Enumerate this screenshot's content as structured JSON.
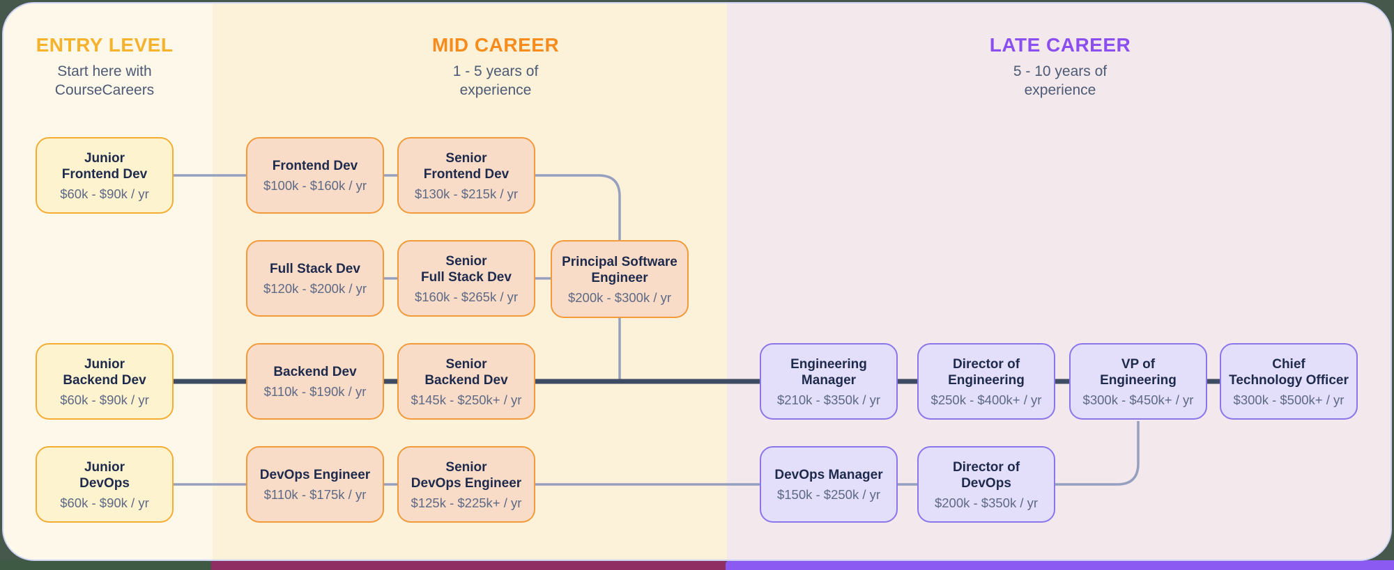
{
  "sections": {
    "entry": {
      "label": "ENTRY LEVEL",
      "sublabel": "Start here with\nCourseCareers",
      "accent": "#F5B32D"
    },
    "mid": {
      "label": "MID CAREER",
      "sublabel": "1 - 5 years of\nexperience",
      "accent": "#F78C1E"
    },
    "late": {
      "label": "LATE CAREER",
      "sublabel": "5 - 10 years of\nexperience",
      "accent": "#8B4FF0"
    }
  },
  "roles": {
    "junior_frontend": {
      "title": "Junior\nFrontend Dev",
      "salary": "$60k - $90k / yr",
      "stage": "entry"
    },
    "frontend": {
      "title": "Frontend Dev",
      "salary": "$100k - $160k / yr",
      "stage": "mid"
    },
    "senior_frontend": {
      "title": "Senior\nFrontend Dev",
      "salary": "$130k - $215k / yr",
      "stage": "mid"
    },
    "full_stack": {
      "title": "Full Stack Dev",
      "salary": "$120k - $200k / yr",
      "stage": "mid"
    },
    "senior_full_stack": {
      "title": "Senior\nFull Stack Dev",
      "salary": "$160k - $265k / yr",
      "stage": "mid"
    },
    "principal_swe": {
      "title": "Principal Software\nEngineer",
      "salary": "$200k - $300k / yr",
      "stage": "mid"
    },
    "junior_backend": {
      "title": "Junior\nBackend Dev",
      "salary": "$60k - $90k / yr",
      "stage": "entry"
    },
    "backend": {
      "title": "Backend Dev",
      "salary": "$110k - $190k / yr",
      "stage": "mid"
    },
    "senior_backend": {
      "title": "Senior\nBackend Dev",
      "salary": "$145k - $250k+ / yr",
      "stage": "mid"
    },
    "engineering_manager": {
      "title": "Engineering\nManager",
      "salary": "$210k - $350k / yr",
      "stage": "late"
    },
    "director_engineering": {
      "title": "Director of\nEngineering",
      "salary": "$250k - $400k+ / yr",
      "stage": "late"
    },
    "vp_engineering": {
      "title": "VP of\nEngineering",
      "salary": "$300k - $450k+ / yr",
      "stage": "late"
    },
    "cto": {
      "title": "Chief\nTechnology Officer",
      "salary": "$300k - $500k+ / yr",
      "stage": "late"
    },
    "junior_devops": {
      "title": "Junior\nDevOps",
      "salary": "$60k - $90k / yr",
      "stage": "entry"
    },
    "devops_engineer": {
      "title": "DevOps Engineer",
      "salary": "$110k - $175k / yr",
      "stage": "mid"
    },
    "senior_devops_engineer": {
      "title": "Senior\nDevOps Engineer",
      "salary": "$125k - $225k+ / yr",
      "stage": "mid"
    },
    "devops_manager": {
      "title": "DevOps Manager",
      "salary": "$150k - $250k / yr",
      "stage": "late"
    },
    "director_devops": {
      "title": "Director of\nDevOps",
      "salary": "$200k - $350k / yr",
      "stage": "late"
    }
  },
  "edges": [
    {
      "from": "junior_frontend",
      "to": "frontend"
    },
    {
      "from": "frontend",
      "to": "senior_frontend"
    },
    {
      "from": "senior_frontend",
      "to": "principal_swe"
    },
    {
      "from": "full_stack",
      "to": "senior_full_stack"
    },
    {
      "from": "senior_full_stack",
      "to": "principal_swe"
    },
    {
      "from": "principal_swe",
      "to": "main_path"
    },
    {
      "from": "junior_backend",
      "to": "backend"
    },
    {
      "from": "backend",
      "to": "senior_backend"
    },
    {
      "from": "senior_backend",
      "to": "engineering_manager"
    },
    {
      "from": "engineering_manager",
      "to": "director_engineering"
    },
    {
      "from": "director_engineering",
      "to": "vp_engineering"
    },
    {
      "from": "vp_engineering",
      "to": "cto"
    },
    {
      "from": "junior_devops",
      "to": "devops_engineer"
    },
    {
      "from": "devops_engineer",
      "to": "senior_devops_engineer"
    },
    {
      "from": "senior_devops_engineer",
      "to": "devops_manager"
    },
    {
      "from": "devops_manager",
      "to": "director_devops"
    },
    {
      "from": "director_devops",
      "to": "vp_engineering"
    }
  ],
  "colors": {
    "entry_accent": "#F5B32D",
    "mid_accent": "#F78C1E",
    "late_accent": "#8B4FF0",
    "entry_column_bg": "#FDF8E9",
    "mid_column_bg": "#FCF2DA",
    "late_column_bg": "#F3E8EC",
    "entry_card_bg": "#FDF3CF",
    "entry_card_border": "#F4AD33",
    "mid_card_bg": "#F9DCC8",
    "mid_card_border": "#F2993A",
    "late_card_bg": "#E3DEF9",
    "late_card_border": "#8A75EA",
    "connector_thin": "#95A0BF",
    "connector_thick": "#3D4C63",
    "role_title_text": "#1E2A4C",
    "salary_text": "#5D6985",
    "subtitle_text": "#4D5A75",
    "backdrop": "#45584B",
    "strip_maroon": "#8E2E62",
    "strip_purple": "#8A5AF2",
    "card_border": "#CDD1F4"
  }
}
